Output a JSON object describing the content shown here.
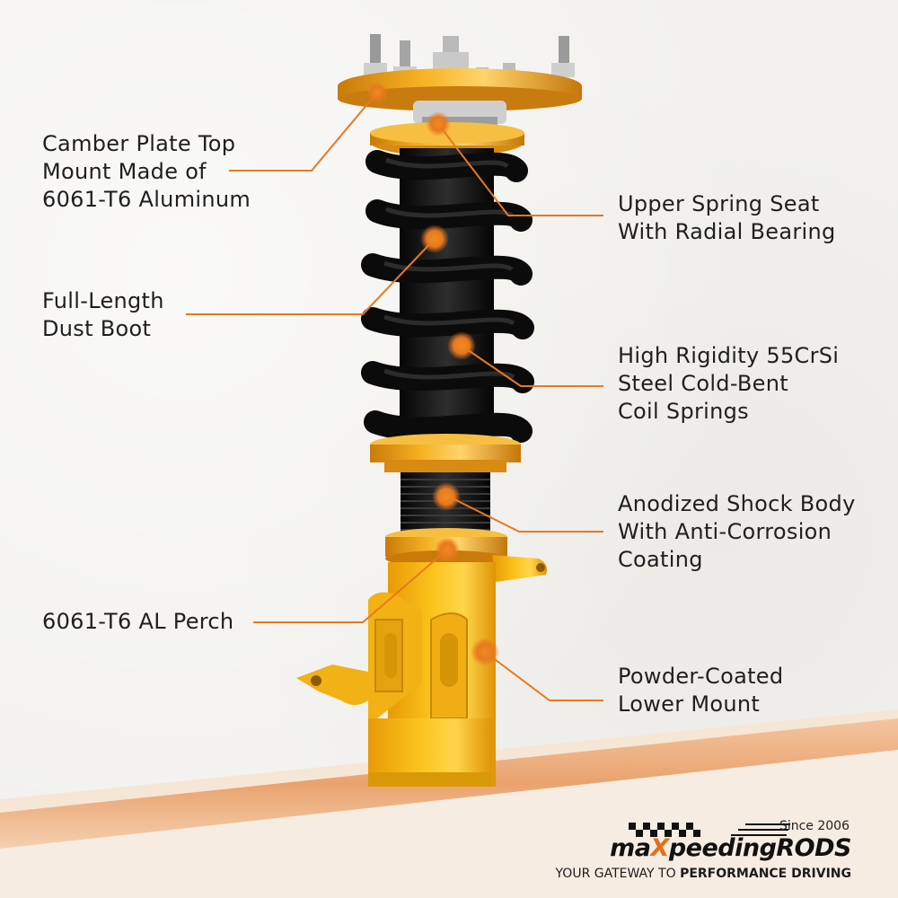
{
  "callouts": {
    "camber_plate": [
      "Camber Plate Top",
      "Mount Made of",
      "6061-T6 Aluminum"
    ],
    "upper_seat": [
      "Upper Spring Seat",
      "With Radial Bearing"
    ],
    "dust_boot": [
      "Full-Length",
      "Dust Boot"
    ],
    "coil_springs": [
      "High Rigidity 55CrSi",
      "Steel Cold-Bent",
      "Coil Springs"
    ],
    "shock_body": [
      "Anodized Shock Body",
      "With Anti-Corrosion",
      "Coating"
    ],
    "perch": [
      "6061-T6 AL Perch"
    ],
    "lower_mount": [
      "Powder-Coated",
      "Lower Mount"
    ]
  },
  "brand": {
    "since": "Since 2006",
    "logo_prefix": "ma",
    "logo_accent": "X",
    "logo_suffix": "peedingRODS",
    "tagline_lead": "YOUR GATEWAY TO",
    "tagline_bold": "PERFORMANCE DRIVING"
  },
  "colors": {
    "accent_orange": "#e8791f",
    "gold": "#f2a51a",
    "spring_black": "#141414",
    "mount_yellow": "#f6b612"
  }
}
